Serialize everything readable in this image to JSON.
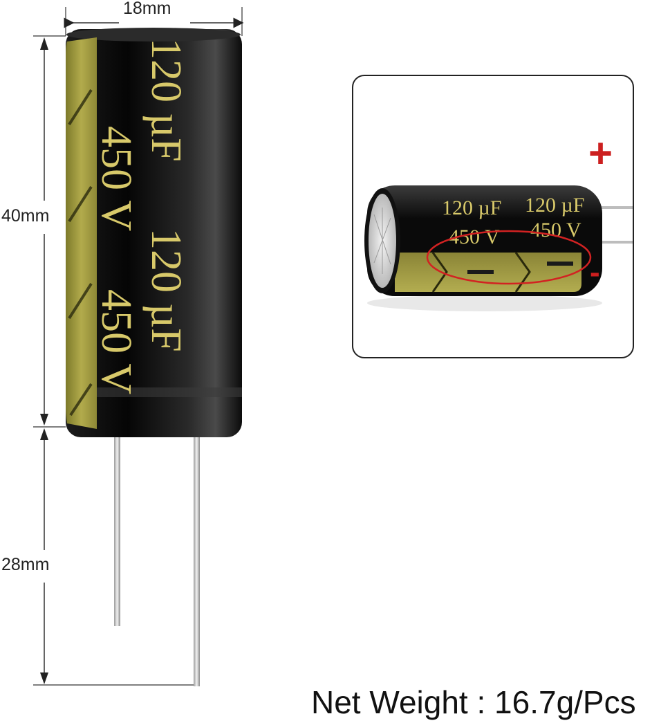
{
  "dimensions": {
    "width": "18mm",
    "body_length": "40mm",
    "lead_length": "28mm"
  },
  "capacitor": {
    "capacitance": "120 µF",
    "voltage": "450 V",
    "sleeve_color": "#0d0d0d",
    "stripe_color": "#a09a3c",
    "text_color": "#d8c96a"
  },
  "inset": {
    "positive_mark": "+",
    "negative_mark": "-",
    "highlight_color": "#d22222"
  },
  "net_weight": "Net Weight : 16.7g/Pcs"
}
